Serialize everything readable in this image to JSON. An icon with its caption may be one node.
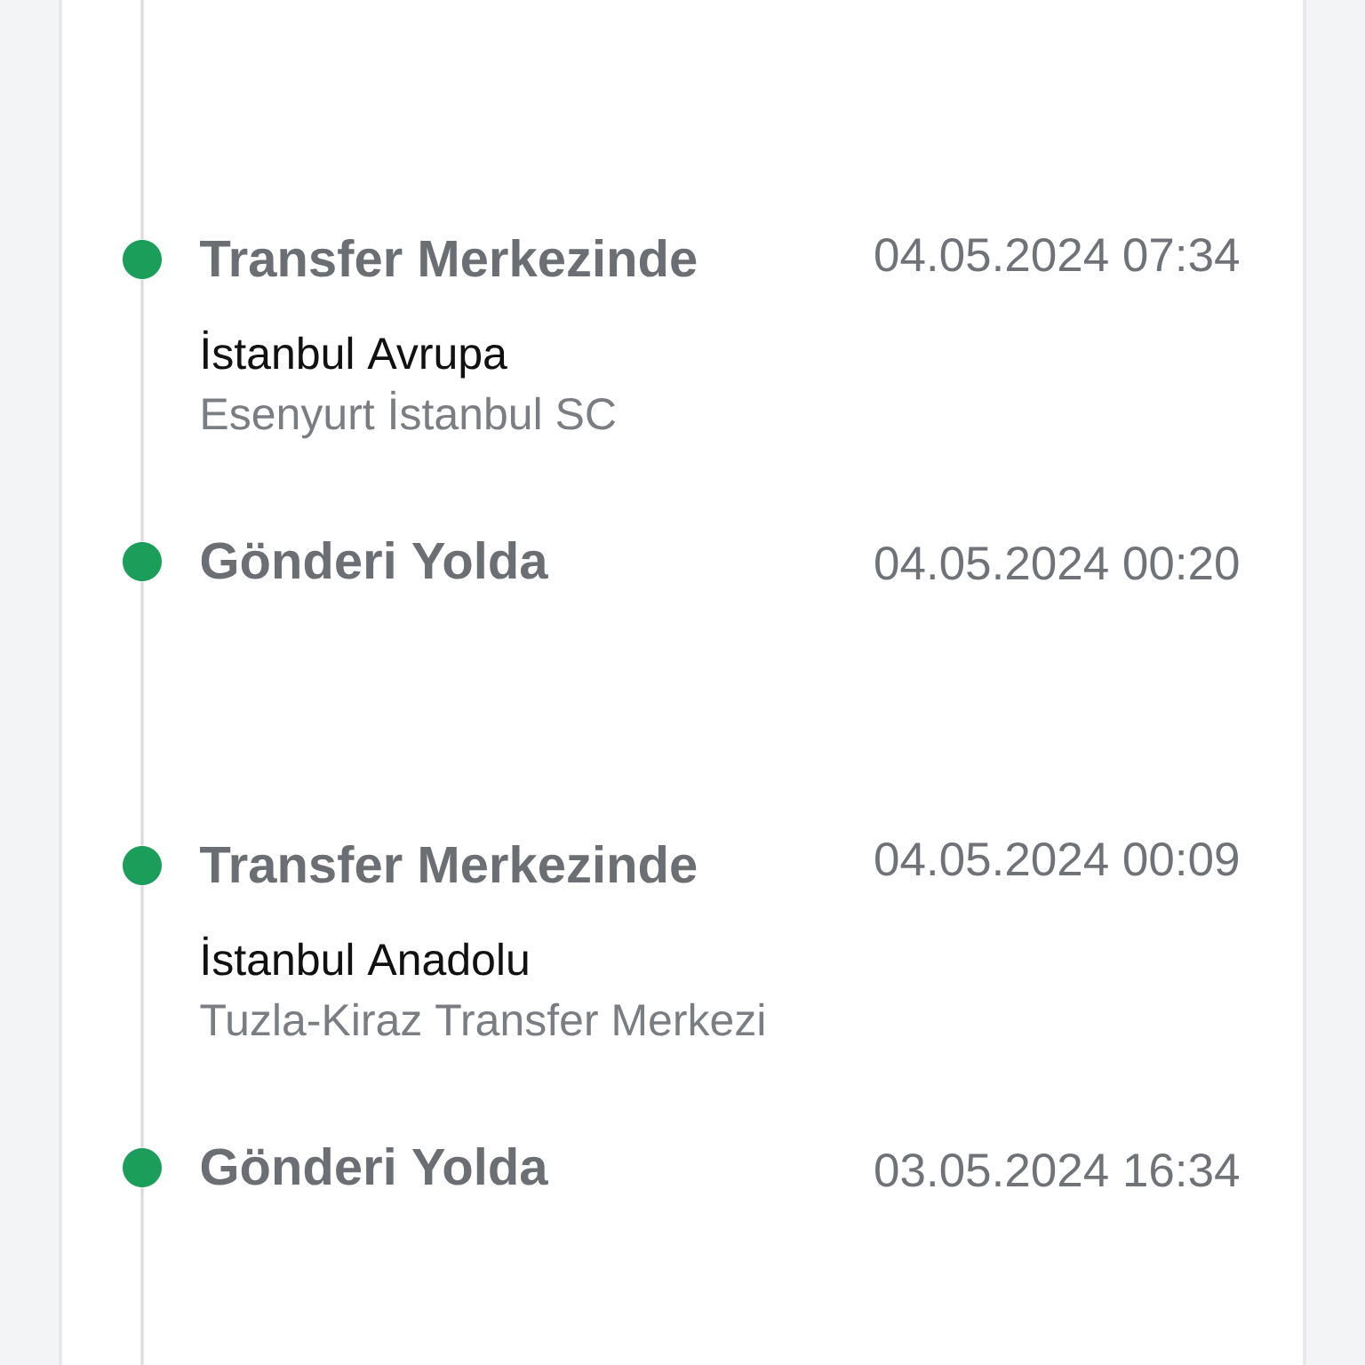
{
  "diagram": {
    "nodes": [
      {
        "text": [],
        "shape": "circle",
        "beside": [
          "Transfer Merkezinde",
          "İstanbul Avrupa",
          "Esenyurt İstanbul SC"
        ]
      },
      {
        "text": [],
        "shape": "circle",
        "beside": [
          "Gönderi Yolda"
        ]
      },
      {
        "text": [],
        "shape": "circle",
        "beside": [
          "Transfer Merkezinde",
          "İstanbul Anadolu",
          "Tuzla-Kiraz Transfer Merkezi"
        ]
      },
      {
        "text": [],
        "shape": "circle",
        "beside": [
          "Gönderi Yolda"
        ]
      }
    ],
    "edges": [
      {
        "from": null,
        "to": 0,
        "arrow": "none"
      },
      {
        "from": 0,
        "to": 1,
        "arrow": "none"
      },
      {
        "from": 1,
        "to": 2,
        "arrow": "none"
      },
      {
        "from": 2,
        "to": 3,
        "arrow": "none"
      },
      {
        "from": 3,
        "to": null,
        "arrow": "none"
      }
    ],
    "labels": [
      "04.05.2024 07:34",
      "04.05.2024 00:20",
      "04.05.2024 00:09",
      "03.05.2024 16:34"
    ]
  }
}
